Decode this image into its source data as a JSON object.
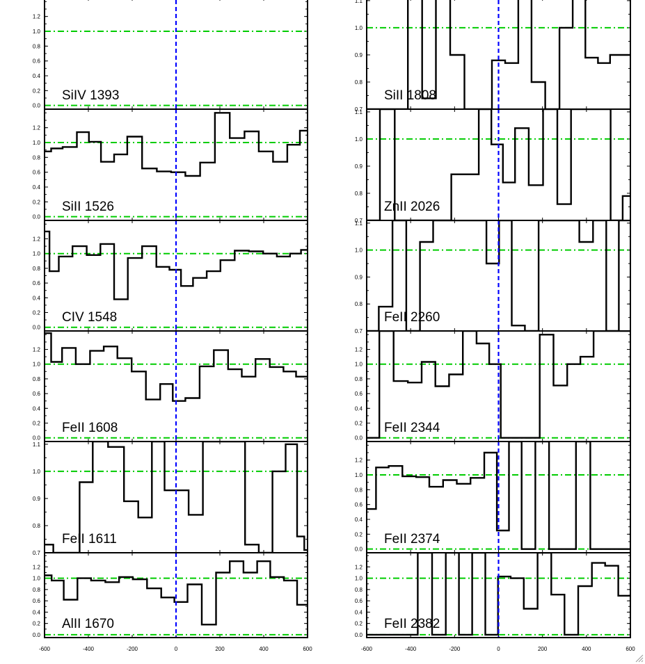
{
  "chart_data": {
    "type": "line",
    "layout": "2 columns x 6 rows of stacked velocity-profile panels",
    "x_axis": {
      "ticks": [
        -600,
        -400,
        -200,
        0,
        200,
        400,
        600
      ],
      "tick_labels": [
        "-600",
        "-400",
        "-200",
        "0",
        "200",
        "400",
        "600"
      ],
      "xlim": [
        -600,
        600
      ]
    },
    "reference_lines": {
      "zero_velocity": 0,
      "continuum": 1.0,
      "zero_flux": 0.0
    },
    "colors": {
      "spectrum": "#000000",
      "velocity_line": "#0000ff",
      "reference_lines": "#00cc00"
    },
    "panels": [
      {
        "label": "SiIV 1393",
        "column": 0,
        "row": 0,
        "ylim": [
          -0.05,
          1.45
        ],
        "y_ticks": [
          0.0,
          0.2,
          0.4,
          0.6,
          0.8,
          1.0,
          1.2
        ],
        "y_tick_labels": [
          "0.0",
          "0.2",
          "0.4",
          "0.6",
          "0.8",
          "1.0",
          "1.2"
        ],
        "x": [],
        "flux": []
      },
      {
        "label": "SiII 1526",
        "column": 0,
        "row": 1,
        "ylim": [
          -0.05,
          1.45
        ],
        "y_ticks": [
          0.0,
          0.2,
          0.4,
          0.6,
          0.8,
          1.0,
          1.2
        ],
        "y_tick_labels": [
          "0.0",
          "0.2",
          "0.4",
          "0.6",
          "0.8",
          "1.0",
          "1.2"
        ],
        "x": [
          -590,
          -550,
          -485,
          -420,
          -375,
          -310,
          -255,
          -190,
          -120,
          -55,
          10,
          75,
          145,
          210,
          280,
          345,
          410,
          475,
          540,
          590
        ],
        "flux": [
          0.88,
          0.92,
          0.94,
          1.14,
          1.01,
          0.74,
          0.84,
          1.08,
          0.65,
          0.61,
          0.6,
          0.55,
          0.73,
          1.4,
          1.06,
          1.15,
          0.88,
          0.74,
          0.97,
          1.16
        ]
      },
      {
        "label": "CIV 1548",
        "column": 0,
        "row": 2,
        "ylim": [
          -0.05,
          1.45
        ],
        "y_ticks": [
          0.0,
          0.2,
          0.4,
          0.6,
          0.8,
          1.0,
          1.2
        ],
        "y_tick_labels": [
          "0.0",
          "0.2",
          "0.4",
          "0.6",
          "0.8",
          "1.0",
          "1.2"
        ],
        "x": [
          -590,
          -565,
          -505,
          -440,
          -375,
          -315,
          -250,
          -190,
          -120,
          -60,
          0,
          45,
          110,
          170,
          235,
          300,
          365,
          430,
          490,
          550,
          590
        ],
        "flux": [
          1.3,
          0.76,
          0.96,
          1.1,
          0.98,
          1.13,
          0.38,
          0.94,
          1.1,
          0.82,
          0.78,
          0.56,
          0.67,
          0.76,
          0.91,
          1.04,
          1.03,
          1.0,
          0.96,
          1.0,
          1.05
        ]
      },
      {
        "label": "FeII 1608",
        "column": 0,
        "row": 3,
        "ylim": [
          -0.05,
          1.45
        ],
        "y_ticks": [
          0.0,
          0.2,
          0.4,
          0.6,
          0.8,
          1.0,
          1.2
        ],
        "y_tick_labels": [
          "0.0",
          "0.2",
          "0.4",
          "0.6",
          "0.8",
          "1.0",
          "1.2"
        ],
        "x": [
          -590,
          -550,
          -490,
          -425,
          -360,
          -300,
          -235,
          -170,
          -105,
          -40,
          10,
          75,
          140,
          205,
          270,
          330,
          395,
          460,
          520,
          575
        ],
        "flux": [
          1.42,
          1.03,
          1.22,
          1.0,
          1.18,
          1.24,
          1.08,
          0.9,
          0.52,
          0.73,
          0.5,
          0.54,
          0.97,
          1.19,
          0.93,
          0.83,
          1.07,
          0.96,
          0.9,
          0.83
        ]
      },
      {
        "label": "FeII 1611",
        "column": 0,
        "row": 4,
        "ylim": [
          0.7,
          1.11
        ],
        "y_ticks": [
          0.7,
          0.8,
          0.9,
          1.0,
          1.1
        ],
        "y_tick_labels": [
          "0.7",
          "0.8",
          "0.9",
          "1.0",
          "1.1"
        ],
        "x": [
          -585,
          -535,
          -470,
          -410,
          -350,
          -270,
          -205,
          -140,
          -80,
          -25,
          25,
          90,
          155,
          220,
          285,
          345,
          410,
          470,
          530,
          575,
          595
        ],
        "flux": [
          0.73,
          0.7,
          0.7,
          0.96,
          1.11,
          1.09,
          0.89,
          0.83,
          1.11,
          0.93,
          0.93,
          0.84,
          1.11,
          1.11,
          1.11,
          0.73,
          0.7,
          1.0,
          1.1,
          0.76,
          0.71
        ]
      },
      {
        "label": "AlII 1670",
        "column": 0,
        "row": 5,
        "ylim": [
          -0.05,
          1.45
        ],
        "y_ticks": [
          0.0,
          0.2,
          0.4,
          0.6,
          0.8,
          1.0,
          1.2
        ],
        "y_tick_labels": [
          "0.0",
          "0.2",
          "0.4",
          "0.6",
          "0.8",
          "1.0",
          "1.2"
        ],
        "x": [
          -590,
          -545,
          -480,
          -420,
          -355,
          -290,
          -230,
          -165,
          -100,
          -35,
          20,
          85,
          150,
          215,
          275,
          340,
          400,
          460,
          525,
          580
        ],
        "flux": [
          1.05,
          0.96,
          0.62,
          1.0,
          0.96,
          0.93,
          1.02,
          0.98,
          0.82,
          0.66,
          0.58,
          0.89,
          0.18,
          1.1,
          1.3,
          1.1,
          1.3,
          1.02,
          0.96,
          0.53
        ]
      },
      {
        "label": "SiII 1808",
        "column": 1,
        "row": 0,
        "ylim": [
          0.7,
          1.11
        ],
        "y_ticks": [
          0.7,
          0.8,
          0.9,
          1.0,
          1.1
        ],
        "y_tick_labels": [
          "0.7",
          "0.8",
          "0.9",
          "1.0",
          "1.1"
        ],
        "x": [
          -575,
          -510,
          -445,
          -380,
          -315,
          -255,
          -185,
          -125,
          -60,
          0,
          60,
          120,
          180,
          245,
          310,
          365,
          425,
          480,
          535,
          585
        ],
        "flux": [
          0.7,
          0.7,
          0.7,
          1.11,
          0.74,
          1.11,
          0.9,
          0.7,
          0.7,
          0.88,
          0.87,
          1.11,
          0.8,
          0.7,
          1.0,
          1.11,
          0.89,
          0.87,
          0.9,
          0.9
        ]
      },
      {
        "label": "ZnII 2026",
        "column": 1,
        "row": 1,
        "ylim": [
          0.7,
          1.11
        ],
        "y_ticks": [
          0.7,
          0.8,
          0.9,
          1.0,
          1.1
        ],
        "y_tick_labels": [
          "0.7",
          "0.8",
          "0.9",
          "1.0",
          "1.1"
        ],
        "x": [
          -575,
          -505,
          -440,
          -375,
          -310,
          -250,
          -180,
          -120,
          -60,
          -5,
          45,
          105,
          170,
          235,
          300,
          360,
          420,
          480,
          540,
          590
        ],
        "flux": [
          0.7,
          1.11,
          0.7,
          0.7,
          0.7,
          0.7,
          0.87,
          0.87,
          1.11,
          0.98,
          0.84,
          1.04,
          0.83,
          1.11,
          0.76,
          1.11,
          1.11,
          1.11,
          0.7,
          0.79
        ]
      },
      {
        "label": "FeII 2260",
        "column": 1,
        "row": 2,
        "ylim": [
          0.7,
          1.11
        ],
        "y_ticks": [
          0.7,
          0.8,
          0.9,
          1.0,
          1.1
        ],
        "y_tick_labels": [
          "0.7",
          "0.8",
          "0.9",
          "1.0",
          "1.1"
        ],
        "x": [
          -575,
          -515,
          -450,
          -390,
          -325,
          -270,
          -210,
          -145,
          -85,
          -25,
          30,
          90,
          150,
          215,
          275,
          335,
          400,
          460,
          520,
          575
        ],
        "flux": [
          0.7,
          0.79,
          1.11,
          0.7,
          1.03,
          1.11,
          1.11,
          1.11,
          1.11,
          0.95,
          1.11,
          0.72,
          0.7,
          1.11,
          1.11,
          1.11,
          1.03,
          1.11,
          0.7,
          1.11
        ]
      },
      {
        "label": "FeII 2344",
        "column": 1,
        "row": 3,
        "ylim": [
          -0.05,
          1.45
        ],
        "y_ticks": [
          0.0,
          0.2,
          0.4,
          0.6,
          0.8,
          1.0,
          1.2
        ],
        "y_tick_labels": [
          "0.0",
          "0.2",
          "0.4",
          "0.6",
          "0.8",
          "1.0",
          "1.2"
        ],
        "x": [
          -575,
          -510,
          -445,
          -380,
          -320,
          -255,
          -195,
          -130,
          -70,
          -15,
          35,
          95,
          155,
          220,
          280,
          345,
          400,
          465,
          520,
          580
        ],
        "flux": [
          0.0,
          1.45,
          0.77,
          0.75,
          1.03,
          0.7,
          0.86,
          1.45,
          1.28,
          1.0,
          0.0,
          0.0,
          0.0,
          1.4,
          0.71,
          1.0,
          1.1,
          1.45,
          1.45,
          1.45
        ]
      },
      {
        "label": "FeII 2374",
        "column": 1,
        "row": 4,
        "ylim": [
          -0.05,
          1.45
        ],
        "y_ticks": [
          0.0,
          0.2,
          0.4,
          0.6,
          0.8,
          1.0,
          1.2
        ],
        "y_tick_labels": [
          "0.0",
          "0.2",
          "0.4",
          "0.6",
          "0.8",
          "1.0",
          "1.2"
        ],
        "x": [
          -585,
          -530,
          -470,
          -405,
          -345,
          -285,
          -220,
          -160,
          -95,
          -35,
          20,
          75,
          135,
          200,
          260,
          320,
          385,
          450,
          510,
          570
        ],
        "flux": [
          0.54,
          1.1,
          1.12,
          0.98,
          0.97,
          0.84,
          0.93,
          0.88,
          0.96,
          1.3,
          0.25,
          1.45,
          0.0,
          1.45,
          0.0,
          0.0,
          1.45,
          0.0,
          0.0,
          0.0
        ]
      },
      {
        "label": "FeII 2382",
        "column": 1,
        "row": 5,
        "ylim": [
          -0.05,
          1.45
        ],
        "y_ticks": [
          0.0,
          0.2,
          0.4,
          0.6,
          0.8,
          1.0,
          1.2
        ],
        "y_tick_labels": [
          "0.0",
          "0.2",
          "0.4",
          "0.6",
          "0.8",
          "1.0",
          "1.2"
        ],
        "x": [
          -585,
          -525,
          -460,
          -400,
          -335,
          -270,
          -210,
          -150,
          -90,
          -30,
          25,
          85,
          145,
          210,
          270,
          330,
          395,
          455,
          515,
          575
        ],
        "flux": [
          0.0,
          0.0,
          0.0,
          0.0,
          1.45,
          0.0,
          1.45,
          0.0,
          1.45,
          0.0,
          1.03,
          1.0,
          0.46,
          1.45,
          0.71,
          0.0,
          0.86,
          1.27,
          1.22,
          0.69
        ]
      }
    ]
  }
}
